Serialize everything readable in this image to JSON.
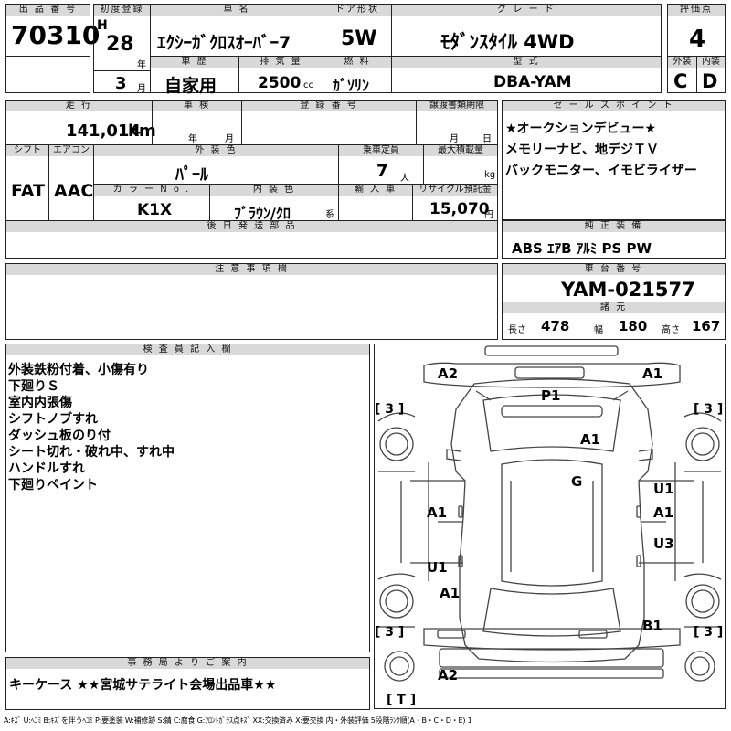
{
  "lot": {
    "label": "出 品 番 号",
    "value": "70310"
  },
  "first_reg": {
    "label": "初度登録",
    "era": "H",
    "year": "28",
    "year_unit": "年",
    "month": "3",
    "month_unit": "月"
  },
  "car_name": {
    "label": "車 名",
    "value": "ｴｸｼｰｶﾞｸﾛｽｵｰﾊﾞｰ7"
  },
  "door": {
    "label": "ドア形状",
    "value": "5W"
  },
  "grade": {
    "label": "グ レ ー ド",
    "value": "ﾓﾀﾞﾝｽﾀｲﾙ 4WD"
  },
  "score": {
    "label": "評価点",
    "value": "4"
  },
  "history": {
    "label": "車 歴",
    "value": "自家用"
  },
  "displacement": {
    "label": "排 気 量",
    "value": "2500",
    "unit": "cc"
  },
  "fuel": {
    "label": "燃 料",
    "value": "ｶﾞｿﾘﾝ"
  },
  "model": {
    "label": "型 式",
    "value": "DBA-YAM"
  },
  "exterior_grade": {
    "label": "外装",
    "value": "C"
  },
  "interior_grade": {
    "label": "内装",
    "value": "D"
  },
  "mileage": {
    "label": "走 行",
    "value": "141,014",
    "unit": "km"
  },
  "inspection": {
    "label": "車 検",
    "year_unit": "年",
    "month_unit": "月"
  },
  "registration": {
    "label": "登 録 番 号"
  },
  "transfer_deadline": {
    "label": "譲渡書類期限",
    "month_unit": "月",
    "day_unit": "日"
  },
  "shift": {
    "label": "シフト",
    "value": "FAT"
  },
  "aircon": {
    "label": "エアコン",
    "value": "AAC"
  },
  "exterior_color": {
    "label": "外 装 色",
    "value": "ﾊﾟｰﾙ"
  },
  "capacity": {
    "label": "乗車定員",
    "value": "7",
    "unit": "人"
  },
  "max_load": {
    "label": "最大積載量",
    "unit": "kg"
  },
  "color_no": {
    "label": "カ ラ ー N o .",
    "value": "K1X"
  },
  "interior_color": {
    "label": "内 装 色",
    "value": "ﾌﾞﾗｳﾝ/ｸﾛ",
    "suffix": "系"
  },
  "import": {
    "label": "輸 入 車"
  },
  "recycle": {
    "label": "リサイクル預託金",
    "value": "15,070",
    "unit": "円"
  },
  "later_parts": {
    "label": "後 日 発 送 部 品"
  },
  "sales_points": {
    "label": "セ ー ル ス ポ イ ン ト",
    "lines": [
      "★オークションデビュー★",
      "メモリーナビ、地デジＴＶ",
      "バックモニター、イモビライザー"
    ]
  },
  "equipment": {
    "label": "純 正 装 備",
    "value": "ABS ｴｱB ｱﾙﾐ PS PW"
  },
  "notes": {
    "label": "注 意 事 項 欄"
  },
  "chassis": {
    "label": "車 台 番 号",
    "value": "YAM-021577"
  },
  "specs": {
    "label": "諸 元",
    "length_label": "長さ",
    "length": "478",
    "width_label": "幅",
    "width": "180",
    "height_label": "高さ",
    "height": "167"
  },
  "inspector": {
    "label": "検 査 員 記 入 欄",
    "lines": [
      "外装鉄粉付着、小傷有り",
      "下廻りＳ",
      "室内内張傷",
      "シフトノブすれ",
      "ダッシュ板のり付",
      "シート切れ・破れ中、すれ中",
      "ハンドルすれ",
      "下廻りペイント"
    ]
  },
  "office": {
    "label": "事 務 局 よ り ご 案 内",
    "value": "キーケース ★★宮城サテライト会場出品車★★"
  },
  "legend": "A:ｷｽﾞ U:ﾍｺﾐ B:ｷｽﾞを伴うﾍｺﾐ P:要塗装 W:補修跡 S:錆 C:腐食 G:ﾌﾛﾝﾄｶﾞﾗｽ点ｷｽﾞ XX:交換済み X:要交換  内・外装評価 5段階ﾗﾝｸ順(A・B・C・D・E) 1",
  "diagram": {
    "marks": {
      "a2_top": "A2",
      "a1_top": "A1",
      "p1": "P1",
      "a1_hood": "A1",
      "g": "G",
      "u1_right": "U1",
      "a1_right": "A1",
      "a1_left": "A1",
      "u3": "U3",
      "u1_left": "U1",
      "a1_left2": "A1",
      "b1": "B1",
      "a2_bottom": "A2"
    },
    "tires": {
      "fl": "[ 3 ]",
      "fr": "[ 3 ]",
      "rl": "[ 3 ]",
      "rr": "[ 3 ]",
      "spare": "[ T ]"
    }
  }
}
